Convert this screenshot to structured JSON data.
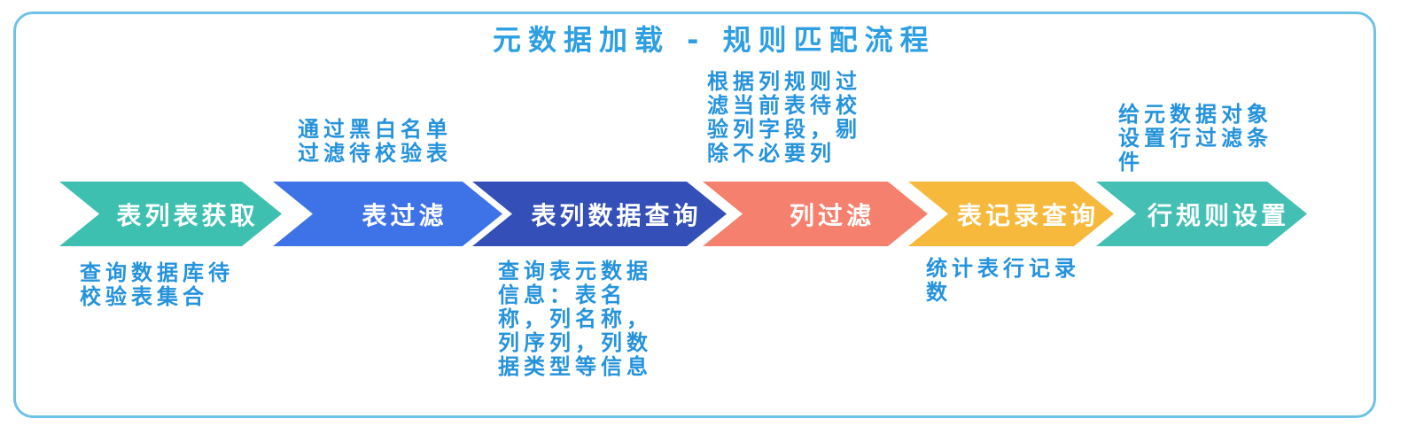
{
  "title": "元数据加载 - 规则匹配流程",
  "colors": {
    "frame_border": "#6fc2e7",
    "title_text": "#2d9fe2",
    "note_text": "#2593dc",
    "chevron_label_text": "#ffffff"
  },
  "steps": [
    {
      "label": "表列表获取",
      "color": "#3ec0b0",
      "note": "查询数据库待\n校验表集合",
      "note_position": "below"
    },
    {
      "label": "表过滤",
      "color": "#3e73e8",
      "note": "通过黑白名单\n过滤待校验表",
      "note_position": "above"
    },
    {
      "label": "表列数据查询",
      "color": "#3450b8",
      "note": "查询表元数据\n信息：表名\n称，列名称，\n列序列，列数\n据类型等信息",
      "note_position": "below"
    },
    {
      "label": "列过滤",
      "color": "#f5806e",
      "note": "根据列规则过\n滤当前表待校\n验列字段，剔\n除不必要列",
      "note_position": "above"
    },
    {
      "label": "表记录查询",
      "color": "#f6b93c",
      "note": "统计表行记录\n数",
      "note_position": "below"
    },
    {
      "label": "行规则设置",
      "color": "#43bfb3",
      "note": "给元数据对象\n设置行过滤条\n件",
      "note_position": "above"
    }
  ]
}
